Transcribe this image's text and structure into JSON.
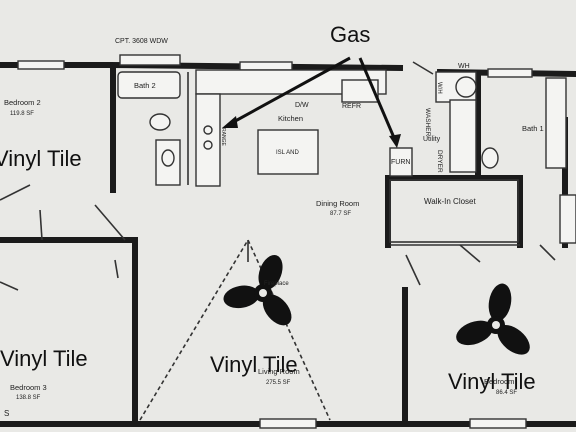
{
  "annotations": {
    "gas": "Gas",
    "window_note": "CPT. 3608 WDW"
  },
  "rooms": {
    "bedroom2": {
      "name": "Bedroom 2",
      "area": "119.8 SF"
    },
    "bath2": {
      "name": "Bath 2"
    },
    "kitchen": {
      "name": "Kitchen",
      "dw": "D/W",
      "refr": "REFR"
    },
    "island": {
      "name": "ISL AND"
    },
    "range": "RANGE",
    "dining": {
      "name": "Dining Room",
      "area": "87.7 SF"
    },
    "living": {
      "name": "Living Room",
      "area": "275.5 SF"
    },
    "bedroom3": {
      "name": "Bedroom 3",
      "area": "138.8 SF"
    },
    "master": {
      "name": "Bedroom",
      "area": "86.4 SF"
    },
    "bath1": {
      "name": "Bath 1"
    },
    "utility": {
      "name": "Utility",
      "washer": "WASHER",
      "dryer": "DRYER",
      "furn": "FURN",
      "wh": "WH",
      "wh_side": "W/H"
    },
    "closet": {
      "name": "Walk-In Closet"
    },
    "fireplace": "Fireplace"
  },
  "handwritten": {
    "vinyl_tile_1": "Vinyl Tile",
    "vinyl_tile_2": "Vinyl Tile",
    "vinyl_tile_3": "Vinyl Tile",
    "vinyl_tile_4": "Vinyl Tile"
  },
  "corner_mark": "S"
}
